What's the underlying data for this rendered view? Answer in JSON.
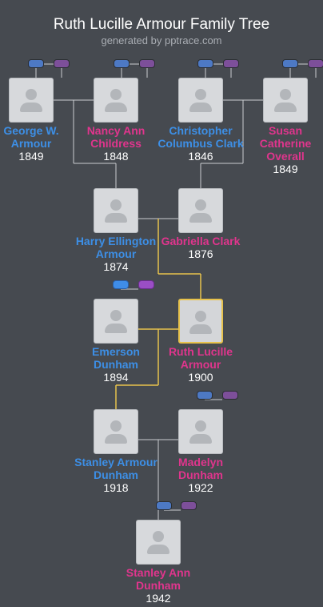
{
  "header": {
    "title": "Ruth Lucille Armour Family Tree",
    "subtitle": "generated by pptrace.com"
  },
  "colors": {
    "background": "#464a50",
    "male": "#3d8fe6",
    "female": "#e0358d",
    "ancestry_line": "#e7c24c",
    "family_line": "#c9ccd0"
  },
  "people": {
    "george": {
      "name": "George W. Armour",
      "year": "1849",
      "gender": "male"
    },
    "nancy": {
      "name": "Nancy Ann Childress",
      "year": "1848",
      "gender": "female"
    },
    "christopher": {
      "name": "Christopher Columbus Clark",
      "year": "1846",
      "gender": "male"
    },
    "susan": {
      "name": "Susan Catherine Overall",
      "year": "1849",
      "gender": "female"
    },
    "harry": {
      "name": "Harry Ellington Armour",
      "year": "1874",
      "gender": "male"
    },
    "gabriella": {
      "name": "Gabriella Clark",
      "year": "1876",
      "gender": "female"
    },
    "emerson": {
      "name": "Emerson Dunham",
      "year": "1894",
      "gender": "male"
    },
    "ruth": {
      "name": "Ruth Lucille Armour",
      "year": "1900",
      "gender": "female",
      "selected": true
    },
    "stanley": {
      "name": "Stanley Armour Dunham",
      "year": "1918",
      "gender": "male"
    },
    "madelyn": {
      "name": "Madelyn Dunham",
      "year": "1922",
      "gender": "female"
    },
    "stanley_ann": {
      "name": "Stanley Ann Dunham",
      "year": "1942",
      "gender": "female"
    }
  },
  "icons": {
    "avatar": "person-silhouette-icon",
    "expand_father": "male-parent-pill-icon",
    "expand_mother": "female-parent-pill-icon"
  }
}
